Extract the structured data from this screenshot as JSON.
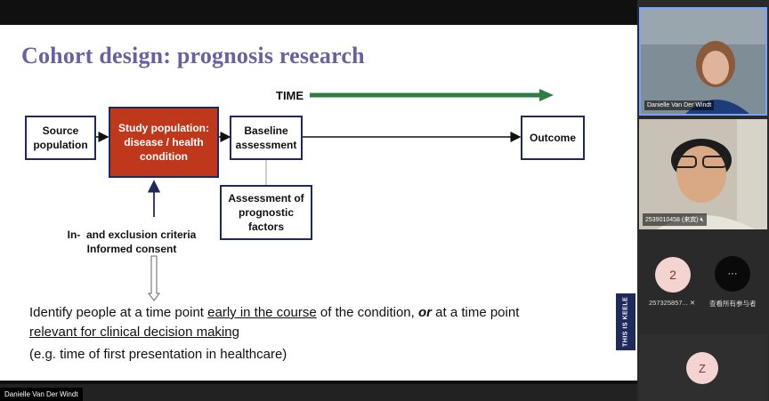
{
  "slide": {
    "title": "Cohort design: prognosis research",
    "time_label": "TIME",
    "boxes": {
      "source": "Source population",
      "study": "Study population: disease / health condition",
      "baseline": "Baseline assessment",
      "outcome": "Outcome",
      "assessment": "Assessment of prognostic factors"
    },
    "criteria_line1": "In-  and exclusion criteria",
    "criteria_line2": "Informed consent",
    "body_line1_a": "Identify people at a time point ",
    "body_line1_u": "early in the course",
    "body_line1_b": " of the condition, ",
    "body_line1_or": "or",
    "body_line1_c": " at a time point",
    "body_line2_u": "relevant for clinical decision making",
    "body_line3": "(e.g. time of first presentation in healthcare)",
    "keele_badge": "THIS IS KEELE",
    "colors": {
      "title": "#6b5fa3",
      "study_box": "#c0381b",
      "time_arrow": "#2e7d43",
      "box_border": "#1f2a5c"
    }
  },
  "presenter_tag": "Danielle Van Der Windt",
  "participants": {
    "tile1_name": "Danielle Van Der Windt",
    "tile2_name": "2539010458 (来宾)",
    "avatar1_letter": "2",
    "avatar1_name": "257325857...",
    "more_label": "查看所有参与者",
    "more_icon": "···",
    "avatar2_letter": "Z"
  }
}
